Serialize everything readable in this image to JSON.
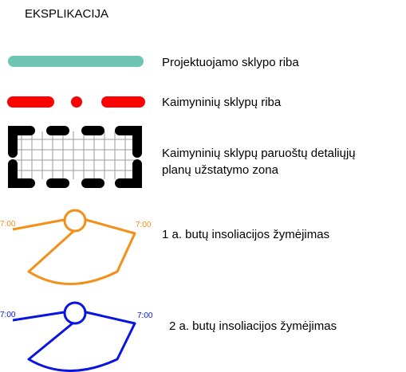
{
  "legend": {
    "title": "EKSPLIKACIJA",
    "items": [
      {
        "label": "Projektuojamo sklypo riba",
        "color": "#6fc5b3"
      },
      {
        "label": "Kaimyninių sklypų riba",
        "color": "#ff0000"
      },
      {
        "label_line1": "Kaimyninių sklypų paruoštų detaliųjų",
        "label_line2": "planų užstatymo zona",
        "color": "#000000"
      },
      {
        "label": "1 a. butų insoliacijos žymėjimas",
        "color": "#f39019",
        "time_left": "7:00",
        "time_right": "7:00"
      },
      {
        "label": "2 a. butų insoliacijos žymėjimas",
        "color": "#0a14e0",
        "time_left": "7:00",
        "time_right": "7:00"
      }
    ]
  }
}
